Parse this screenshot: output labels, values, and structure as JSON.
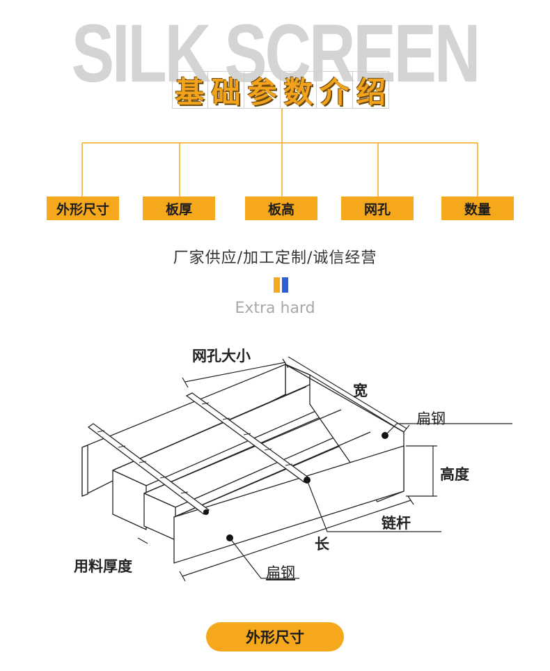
{
  "watermark": "SILK SCREEN",
  "main_title": [
    "基",
    "础",
    "参",
    "数",
    "介",
    "绍"
  ],
  "categories": [
    "外形尺寸",
    "板厚",
    "板高",
    "网孔",
    "数量"
  ],
  "subtitle": "厂家供应/加工定制/诚信经营",
  "tagline": "Extra hard",
  "diagram_labels": {
    "mesh_size": "网孔大小",
    "width": "宽",
    "flat_steel_top": "扁钢",
    "height": "高度",
    "tie_bar": "链杆",
    "length": "长",
    "material_thickness": "用料厚度",
    "flat_steel_bottom": "扁钢"
  },
  "section_button": "外形尺寸",
  "colors": {
    "accent": "#f6a81c",
    "blue": "#2f5fd6",
    "watermark": "#d4d4d4"
  }
}
